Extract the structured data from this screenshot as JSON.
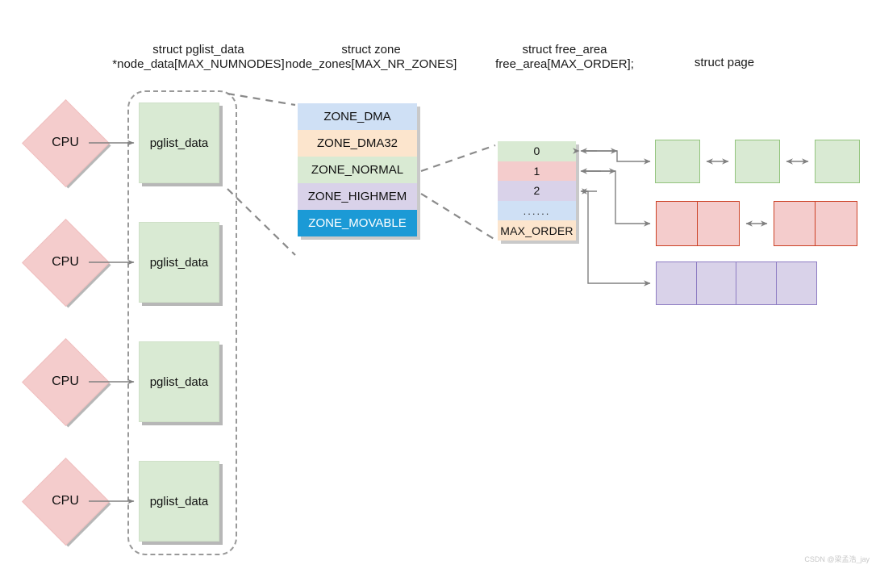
{
  "headings": [
    {
      "line1": "struct pglist_data",
      "line2": "*node_data[MAX_NUMNODES]"
    },
    {
      "line1": "struct zone",
      "line2": "node_zones[MAX_NR_ZONES]"
    },
    {
      "line1": "struct free_area",
      "line2": "free_area[MAX_ORDER];"
    },
    {
      "line1": "struct page",
      "line2": ""
    }
  ],
  "nodes": [
    {
      "cpu_label": "CPU",
      "pglist_label": "pglist_data"
    },
    {
      "cpu_label": "CPU",
      "pglist_label": "pglist_data"
    },
    {
      "cpu_label": "CPU",
      "pglist_label": "pglist_data"
    },
    {
      "cpu_label": "CPU",
      "pglist_label": "pglist_data"
    }
  ],
  "zones": [
    {
      "label": "ZONE_DMA",
      "fill": "#cfe0f5",
      "text": "#111111"
    },
    {
      "label": "ZONE_DMA32",
      "fill": "#fce5cd",
      "text": "#111111"
    },
    {
      "label": "ZONE_NORMAL",
      "fill": "#d9ead3",
      "text": "#111111"
    },
    {
      "label": "ZONE_HIGHMEM",
      "fill": "#d9d2e9",
      "text": "#111111"
    },
    {
      "label": "ZONE_MOVABLE",
      "fill": "#1b9ad6",
      "text": "#ffffff"
    }
  ],
  "free_area": [
    {
      "label": "0",
      "fill": "#d9ead3"
    },
    {
      "label": "1",
      "fill": "#f4cccc"
    },
    {
      "label": "2",
      "fill": "#d9d2e9"
    },
    {
      "label": "......",
      "fill": "#cfe0f5"
    },
    {
      "label": "MAX_ORDER",
      "fill": "#fce5cd"
    }
  ],
  "page_rows": [
    {
      "order": "0",
      "fill": "#d9ead3",
      "border": "#93c47d",
      "blocks": [
        {
          "cells": 1
        },
        {
          "cells": 1
        },
        {
          "cells": 1
        }
      ]
    },
    {
      "order": "1",
      "fill": "#f4cccc",
      "border": "#cc4125",
      "blocks": [
        {
          "cells": 2
        },
        {
          "cells": 2
        }
      ]
    },
    {
      "order": "2",
      "fill": "#d9d2e9",
      "border": "#8e7cc3",
      "blocks": [
        {
          "cells": 4
        }
      ]
    }
  ],
  "colors": {
    "dashed_container": "#999999",
    "arrow": "#808080",
    "connector_dashed": "#888888",
    "shadow": "#b7b7b7",
    "cpu_fill": "#f4cccc",
    "pglist_fill": "#d9ead3",
    "background": "#ffffff"
  },
  "watermark": "CSDN @梁孟浩_jay"
}
